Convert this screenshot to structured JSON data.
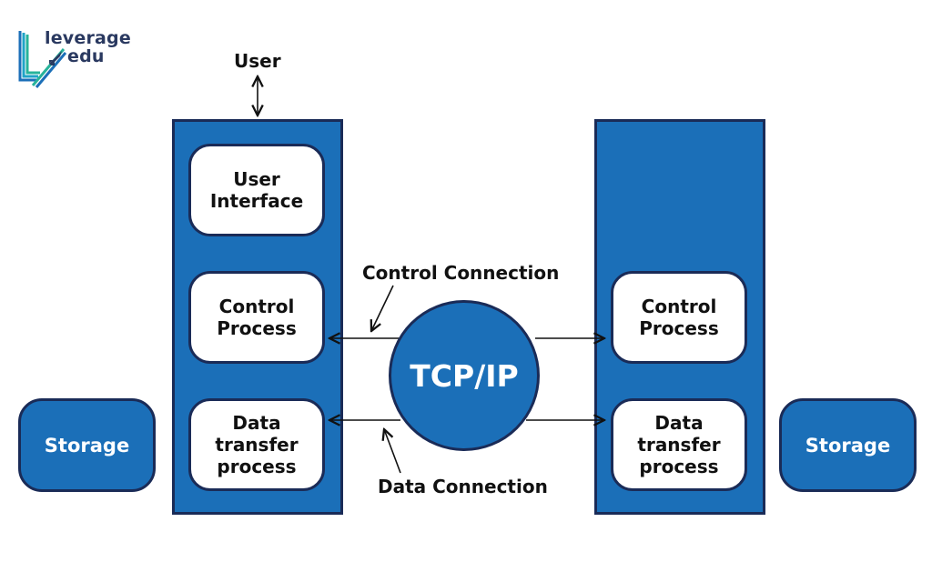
{
  "logo": {
    "line1": "leverage",
    "line2": "edu",
    "icon": "rocket-icon",
    "colors": {
      "text": "#2a3960",
      "stroke_blue": "#1b6fb8",
      "stroke_green": "#27b39a"
    }
  },
  "diagram": {
    "user_label": "User",
    "client": {
      "user_interface": "User\nInterface",
      "control_process": "Control\nProcess",
      "data_transfer_process": "Data\ntransfer\nprocess",
      "storage": "Storage"
    },
    "server": {
      "control_process": "Control\nProcess",
      "data_transfer_process": "Data\ntransfer\nprocess",
      "storage": "Storage"
    },
    "network": "TCP/IP",
    "control_connection_label": "Control Connection",
    "data_connection_label": "Data Connection",
    "colors": {
      "panel_fill": "#1b6fb8",
      "outline": "#1a2b57",
      "box_fill": "#ffffff",
      "text_dark": "#111111",
      "text_light": "#ffffff"
    }
  }
}
